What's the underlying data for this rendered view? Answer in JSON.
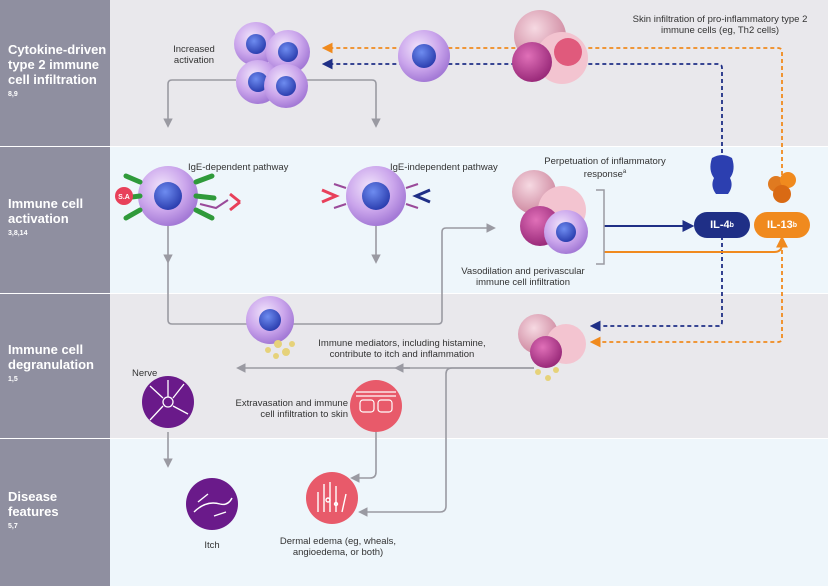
{
  "stages": [
    {
      "label": "Cytokine-driven type 2 immune cell infiltration",
      "sup": "8,9"
    },
    {
      "label": "Immune cell activation",
      "sup": "3,8,14"
    },
    {
      "label": "Immune cell degranulation",
      "sup": "1,5"
    },
    {
      "label": "Disease features",
      "sup": "5,7"
    }
  ],
  "texts": {
    "skin_infiltration": "Skin infiltration of pro-inflammatory type 2 immune cells (eg, Th2 cells)",
    "increased_activation": "Increased activation",
    "ige_dependent": "IgE-dependent pathway",
    "ige_independent": "IgE-independent pathway",
    "perpetuation": "Perpetuation of inflammatory response",
    "perpetuation_sup": "a",
    "vasodilation": "Vasodilation and perivascular immune cell infiltration",
    "mediators": "Immune mediators, including histamine, contribute to itch and inflammation",
    "nerve": "Nerve",
    "extravasation": "Extravasation and immune cell infiltration to skin",
    "itch": "Itch",
    "dermal_edema": "Dermal edema (eg, wheals, angioedema, or both)",
    "sa_badge": "S.A"
  },
  "cytokines": {
    "il4": {
      "label": "IL-4",
      "sup": "b"
    },
    "il13": {
      "label": "IL-13",
      "sup": "b"
    }
  },
  "colors": {
    "label_bg": "#8f8fa0",
    "band_gray": "#e9e8ec",
    "band_blue": "#eef6fb",
    "il4": "#1f2f86",
    "il13": "#f08a1e",
    "arrow_gray": "#9a9aa2",
    "nerve_purple": "#6a1a8a",
    "skin_red": "#e85a6a"
  }
}
